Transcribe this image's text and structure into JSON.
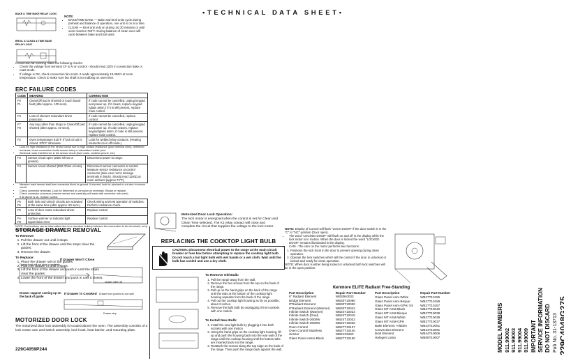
{
  "header": {
    "title": "• T E C H N I C A L   D A T A   S H E E T •"
  },
  "diagram": {
    "bake_label": "BAKE & TIME BAKE RELAY LOGIC",
    "broil_label": "BROIL & CLEAN & TIME BAKE RELAY LOGIC"
  },
  "note_top": {
    "label": "NOTE:",
    "items": [
      "BAKE/TIME BAKE — Bake and broil units cycle during preheat and balance of operation, one unit is on at a time.",
      "CLEAN — Broil unit only on during 1st 30 minutes or until oven reaches 750°F. During balance of clean oven will cycle between bake and broil units."
    ]
  },
  "convection": {
    "intro": "Convection fan running make the following checks:",
    "items": [
      "Check the voltage from terminal CF to N on control - should read 120V in convection bake or roast mode.",
      "If voltage is OK, check convection fan motor. It reads approximately 15-25Ω's at room temperature. Check to make sure fan shaft is not rubbing on oven liner."
    ]
  },
  "erc": {
    "title": "ERC FAILURE CODES",
    "col_code": "CODE",
    "col_meaning": "MEANING",
    "col_correction": "CORRECTION",
    "rows": [
      {
        "code": "F0\nF1",
        "meaning": "Clean/Off pad is shorted or touch board fault (after approx. 100 secs).",
        "correction": "If code cannot be cancelled, unplug keypad and power up. If it clears, replace keypad (glass assm.) If it is still present, replace main control."
      },
      {
        "code": "F3",
        "meaning": "Loss of element redundant driver protection.",
        "correction": "If code cannot be cancelled, replace control."
      },
      {
        "code": "F7\nF8",
        "meaning": "Any key (other than Stop) or Clean/Off pad shorted (after approx. 40 secs).",
        "correction": "If code cannot be cancelled, unplug keypad and power up. If code ceases, replace keypad/glass assm. If code is still present, replace main control."
      },
      {
        "code": "F2",
        "meaning": "Oven temperature 615°F. If lock circuit is closed, 875°F otherwise.",
        "correction": "Look for welded relay contacts. (Heating elements on in off mode.)"
      }
    ],
    "notes_mid": [
      "Look for high resistance in the sensor circuit due to high contact resistance (poor terminal crimp, deformed terminals, loose connection inside sensor tube) or intermittent solder joint.",
      "Electrical noise interference in the sensor circuit (from radio, cordless phone, etc.)"
    ],
    "rows2": [
      {
        "code": "F3",
        "meaning": "Sensor circuit open (2600 Ohms or greater).",
        "correction": "Disconnect power to range."
      },
      {
        "code": "F4",
        "meaning": "Sensor circuit shorted (950 Ohms or less).",
        "correction": "Disconnect sensor connector at control. Measure sensor resistance at control connector (take care not to damage terminals in block). Should read 1100Ω at room ambient (approx.72°F)."
      }
    ],
    "notes_mid2": [
      "Measure each sensor lead from connector block to ground. If shorted, look for pinched or cut wire in sensor circuit.",
      "Check connector terminals. Look for deformed or corrosion on terminals. Repair or replace.",
      "Check connector at sensor (remove sensor and carefully pull leads with connector into oven).",
      "If all above is ok, replace control."
    ],
    "rows3": [
      {
        "code": "F5\nF6",
        "meaning": "Both lock and unlock circuits are activated at the same time (after approx. 60 secs.)",
        "correction": "Check wiring and test operation of switches. Perform resistance check."
      },
      {
        "code": "F9",
        "meaning": "Loss of door motor redundant driver protection.",
        "correction": "Replace control"
      },
      {
        "code": "FA\nFE",
        "meaning": "Surface warmer or indicator light supervision error",
        "correction": "Replace control"
      }
    ],
    "footnote": "NOTE: Connections can be intermittent due to a corrosive buildup between the connection to the terminals, or by being bent by the insertion of a probe, etc."
  },
  "drawer": {
    "title": "STORAGE DRAWER REMOVAL",
    "remove_label": "To Remove:",
    "remove_steps": [
      "Pull the drawer out until it stops.",
      "Lift the front of the drawer until the stops clear the guides.",
      "Remove the drawer."
    ],
    "replace_label": "To Replace:",
    "replace_steps": [
      "Place the drawer rail on the guides.",
      "Push the drawer in until it stops.",
      "Lift the front of the drawer and push in until the stops clear the guides.",
      "Lower the front of the drawer and push in until it closes."
    ],
    "wont_close": "If Drawer Won't Close",
    "crooked": "If Drawer is Crooked",
    "caption1": "Drawer front will not close completely",
    "caption2": "Drawer slide rail",
    "caption3": "Drawer support coming up on the back of guide",
    "caption4": "Drawer stop",
    "caption5": "Drawer front pushed to one side"
  },
  "door_lock": {
    "title": "MOTORIZED DOOR LOCK",
    "body": "The motorized door lock assembly is located above the oven. The assembly consists of a lock motor cam and switch assembly, lock hook, heat barrier, and mounting plate."
  },
  "door_op": {
    "title": "Motorized Door Lock Operation:",
    "body": "The lock motor is energized when the control is set for Clean and Clean Time selected. The K1 relay contact will close and complete the circuit that supplies the voltage to the lock motor."
  },
  "light": {
    "title": "REPLACING THE COOKTOP LIGHT BULB",
    "caution": "CAUTION: Disconnect electrical power to the range at the main circuit breaker or fuse box before attempting to replace the cooktop light bulb. Do not touch a hot light bulb with wet hands or a wet cloth. Wait until the bulb has cooled and use a dry cloth.",
    "remove_label": "To Remove Old Bulb:",
    "remove_steps": [
      "Pull the range away from the wall.",
      "Remove the two screws from the top on the back of the range.",
      "Pull up on the hand grips on the back of the range until the tabs at the bottom of the cooktop light housing separate from the back of the range.",
      "Pull out the cooktop light housing as far as possible, about 2 inches.",
      "Remove the light bulb by unplugging it from sockets with one motion."
    ],
    "install_label": "To Install New Bulb:",
    "install_steps": [
      "Install the new light bulb by plugging it into both sockets with one motion.",
      "Using the hand grips on the cooktop light housing, lift up and push the housing back into the rear wall of the range until the cooktop housing until the bottom tabs are inserted back into the range.",
      "Reattach the screws along the top edge on the back of the range. Then push the range back against the wall."
    ]
  },
  "note_right": {
    "label": "NOTE:",
    "intro": "Display of Control will flash \"LOCK DOOR\" if the door switch is in the \"C\" to \"NC\" position (Door open).",
    "items": [
      "The word \"LOCKED DOOR\" will flash on and off in the display while the lock motor is in motion. When the door is locked the word \"LOCKED DOOR\" remains illuminated in the display.",
      "CAM - The cam on the motor performs two functions:"
    ],
    "cam_steps": [
      "Positions the lock hook in the door to prevent opening during clean operation.",
      "Operate the lock switches which tell the control if the door is unlocked or locked and ready for clean operation."
    ],
    "note2": "NOTE: When door is either being locked or unlocked both lock switches will be in the open position."
  },
  "parts": {
    "title": "Kenmore  ELITE Radiant Free-Standing",
    "col_desc": "Part Description",
    "col_num": "Repair Part Number",
    "left": [
      [
        "6\" Radiant Element",
        "WB30K0033"
      ],
      [
        "Bridge Element",
        "WB30T10080"
      ],
      [
        "9\"Radiant Element",
        "WB30T10030"
      ],
      [
        "6\"Radiant Element (Warmer)",
        "WB30T10042"
      ],
      [
        "Infinite Switch (Warmer)",
        "WB24T10023"
      ],
      [
        "Infinite Switch (Dual)",
        "WB24T10015"
      ],
      [
        "Infinite Switch-3600W",
        "WB24T10032"
      ],
      [
        "Infinite Switch-3600W",
        "WB24T10026"
      ],
      [
        "Oven Control",
        "WB27T10137"
      ],
      [
        "Oven Control-Stainless",
        "WB27T10140"
      ],
      [
        "Sensor",
        "WB21X5260"
      ],
      [
        "Glass Panel Assm-Black",
        "WB27T10160"
      ]
    ],
    "right": [
      [
        "Glass Panel Asm-White",
        "WB27T10155"
      ],
      [
        "Glass Panel Asm-Bisque",
        "WB27T10159"
      ],
      [
        "Glass Panel Asm-GPH/ SS",
        "WB27T10157"
      ],
      [
        "Glass MT ASM-Black",
        "WB27T10040"
      ],
      [
        "Glass MT ASM-Bisque",
        "WB27T10039"
      ],
      [
        "Glass MT ASM-White",
        "WB27T10038"
      ],
      [
        "Glass MT ASM-GPH",
        "WB27T10037"
      ],
      [
        "Bake Element -Hidden",
        "WB44T10051"
      ],
      [
        "Convection Element",
        "WB44T10091"
      ],
      [
        "Broil Element",
        "WB44T10006"
      ],
      [
        "Halogen Lamp",
        "WB08T10007"
      ]
    ]
  },
  "side": {
    "model_label": "MODEL NUMBERS",
    "models": [
      "911.99002",
      "911.99003",
      "911.99004",
      "911.99009"
    ],
    "important": "IMPORTANT",
    "service": "SERVICE INFORMATION",
    "discard": "DO NOT DISCARD",
    "pub": "Pub No. 31-13713",
    "part_no": "229C4048G275"
  },
  "footer": {
    "code": "229C4059P244"
  }
}
